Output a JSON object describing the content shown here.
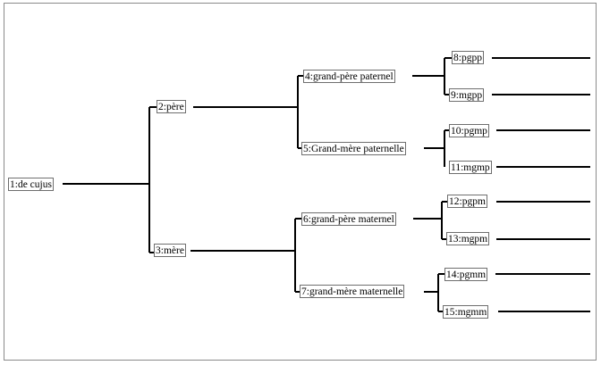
{
  "tree": {
    "nodes": [
      {
        "id": 1,
        "label": "1:de cujus"
      },
      {
        "id": 2,
        "label": "2:père"
      },
      {
        "id": 3,
        "label": "3:mère"
      },
      {
        "id": 4,
        "label": "4:grand-père paternel"
      },
      {
        "id": 5,
        "label": "5:Grand-mère paternelle"
      },
      {
        "id": 6,
        "label": "6:grand-père maternel"
      },
      {
        "id": 7,
        "label": "7:grand-mère maternelle"
      },
      {
        "id": 8,
        "label": "8:pgpp"
      },
      {
        "id": 9,
        "label": "9:mgpp"
      },
      {
        "id": 10,
        "label": "10:pgmp"
      },
      {
        "id": 11,
        "label": "11:mgmp"
      },
      {
        "id": 12,
        "label": "12:pgpm"
      },
      {
        "id": 13,
        "label": "13:mgpm"
      },
      {
        "id": 14,
        "label": "14:pgmm"
      },
      {
        "id": 15,
        "label": "15:mgmm"
      }
    ],
    "edges": [
      [
        1,
        2
      ],
      [
        1,
        3
      ],
      [
        2,
        4
      ],
      [
        2,
        5
      ],
      [
        3,
        6
      ],
      [
        3,
        7
      ],
      [
        4,
        8
      ],
      [
        4,
        9
      ],
      [
        5,
        10
      ],
      [
        5,
        11
      ],
      [
        6,
        12
      ],
      [
        6,
        13
      ],
      [
        7,
        14
      ],
      [
        7,
        15
      ]
    ]
  }
}
